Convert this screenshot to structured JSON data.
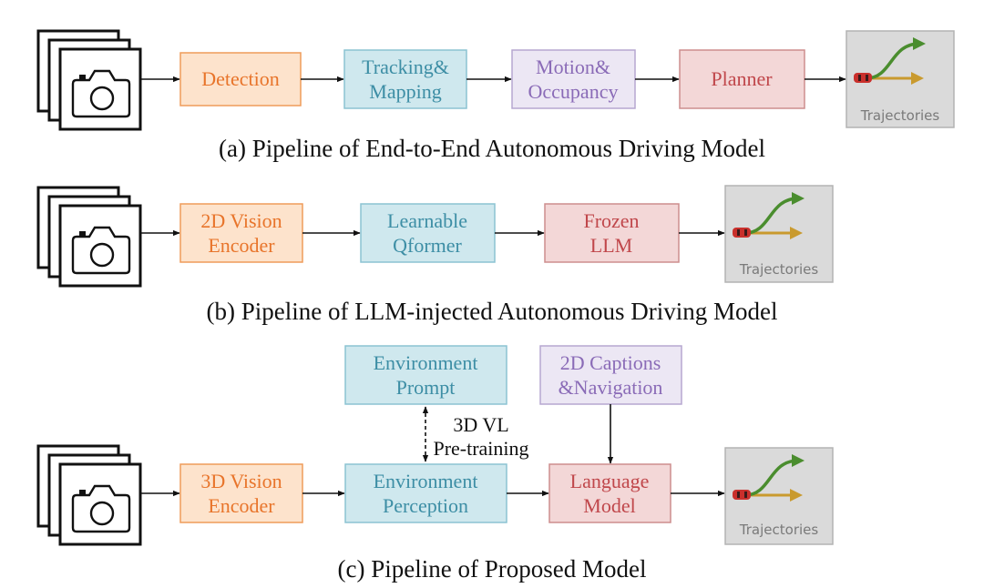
{
  "colors": {
    "orange_fill": "#fde3cc",
    "orange_stroke": "#ef9c5a",
    "orange_text": "#e8742a",
    "teal_fill": "#cfe8ee",
    "teal_stroke": "#8cc3d2",
    "teal_text": "#3d8ea5",
    "purple_fill": "#ece7f4",
    "purple_stroke": "#b6a7d0",
    "purple_text": "#8a6bb7",
    "red_fill": "#f3d7d7",
    "red_stroke": "#cd8d8d",
    "red_text": "#c0474b",
    "traj_fill": "#dadada",
    "traj_stroke": "#b3b3b3",
    "green_arrow": "#4a8d2e",
    "gold_arrow": "#c99a2e",
    "car": "#c9302c"
  },
  "pipeline_a": {
    "boxes": {
      "detection": "Detection",
      "tracking": [
        "Tracking&",
        "Mapping"
      ],
      "motion": [
        "Motion&",
        "Occupancy"
      ],
      "planner": "Planner"
    },
    "output": "Trajectories",
    "caption": "(a) Pipeline of End-to-End Autonomous Driving Model"
  },
  "pipeline_b": {
    "boxes": {
      "encoder": [
        "2D Vision",
        "Encoder"
      ],
      "qformer": [
        "Learnable",
        "Qformer"
      ],
      "llm": [
        "Frozen",
        "LLM"
      ]
    },
    "output": "Trajectories",
    "caption": "(b) Pipeline of LLM-injected Autonomous Driving Model"
  },
  "pipeline_c": {
    "boxes": {
      "encoder": [
        "3D Vision",
        "Encoder"
      ],
      "prompt": [
        "Environment",
        "Prompt"
      ],
      "perception": [
        "Environment",
        "Perception"
      ],
      "captions": [
        "2D Captions",
        "&Navigation"
      ],
      "language": [
        "Language",
        "Model"
      ]
    },
    "pretrain_label": [
      "3D VL",
      "Pre-training"
    ],
    "output": "Trajectories",
    "caption": "(c) Pipeline of Proposed Model"
  }
}
